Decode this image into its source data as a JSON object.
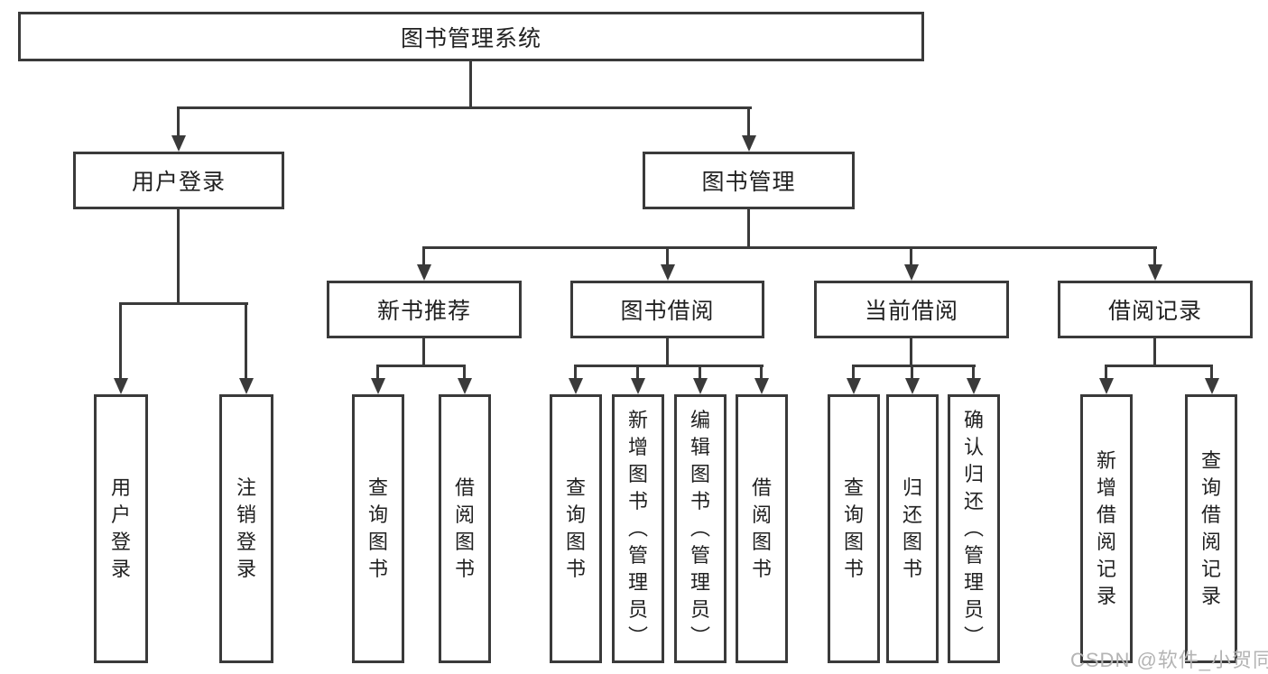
{
  "root": {
    "label": "图书管理系统"
  },
  "branches": [
    {
      "label": "用户登录",
      "children": [
        {
          "label": "用户登录"
        },
        {
          "label": "注销登录"
        }
      ]
    },
    {
      "label": "图书管理",
      "groups": [
        {
          "label": "新书推荐",
          "children": [
            {
              "label": "查询图书"
            },
            {
              "label": "借阅图书"
            }
          ]
        },
        {
          "label": "图书借阅",
          "children": [
            {
              "label": "查询图书"
            },
            {
              "label": "新增图书（管理员）"
            },
            {
              "label": "编辑图书（管理员）"
            },
            {
              "label": "借阅图书"
            }
          ]
        },
        {
          "label": "当前借阅",
          "children": [
            {
              "label": "查询图书"
            },
            {
              "label": "归还图书"
            },
            {
              "label": "确认归还（管理员）"
            }
          ]
        },
        {
          "label": "借阅记录",
          "children": [
            {
              "label": "新增借阅记录"
            },
            {
              "label": "查询借阅记录"
            }
          ]
        }
      ]
    }
  ],
  "watermark": "CSDN @软件_小贺同学",
  "colors": {
    "line": "#3a3a3a",
    "text": "#212121",
    "background": "#ffffff",
    "watermark": "#b4b4b4"
  }
}
